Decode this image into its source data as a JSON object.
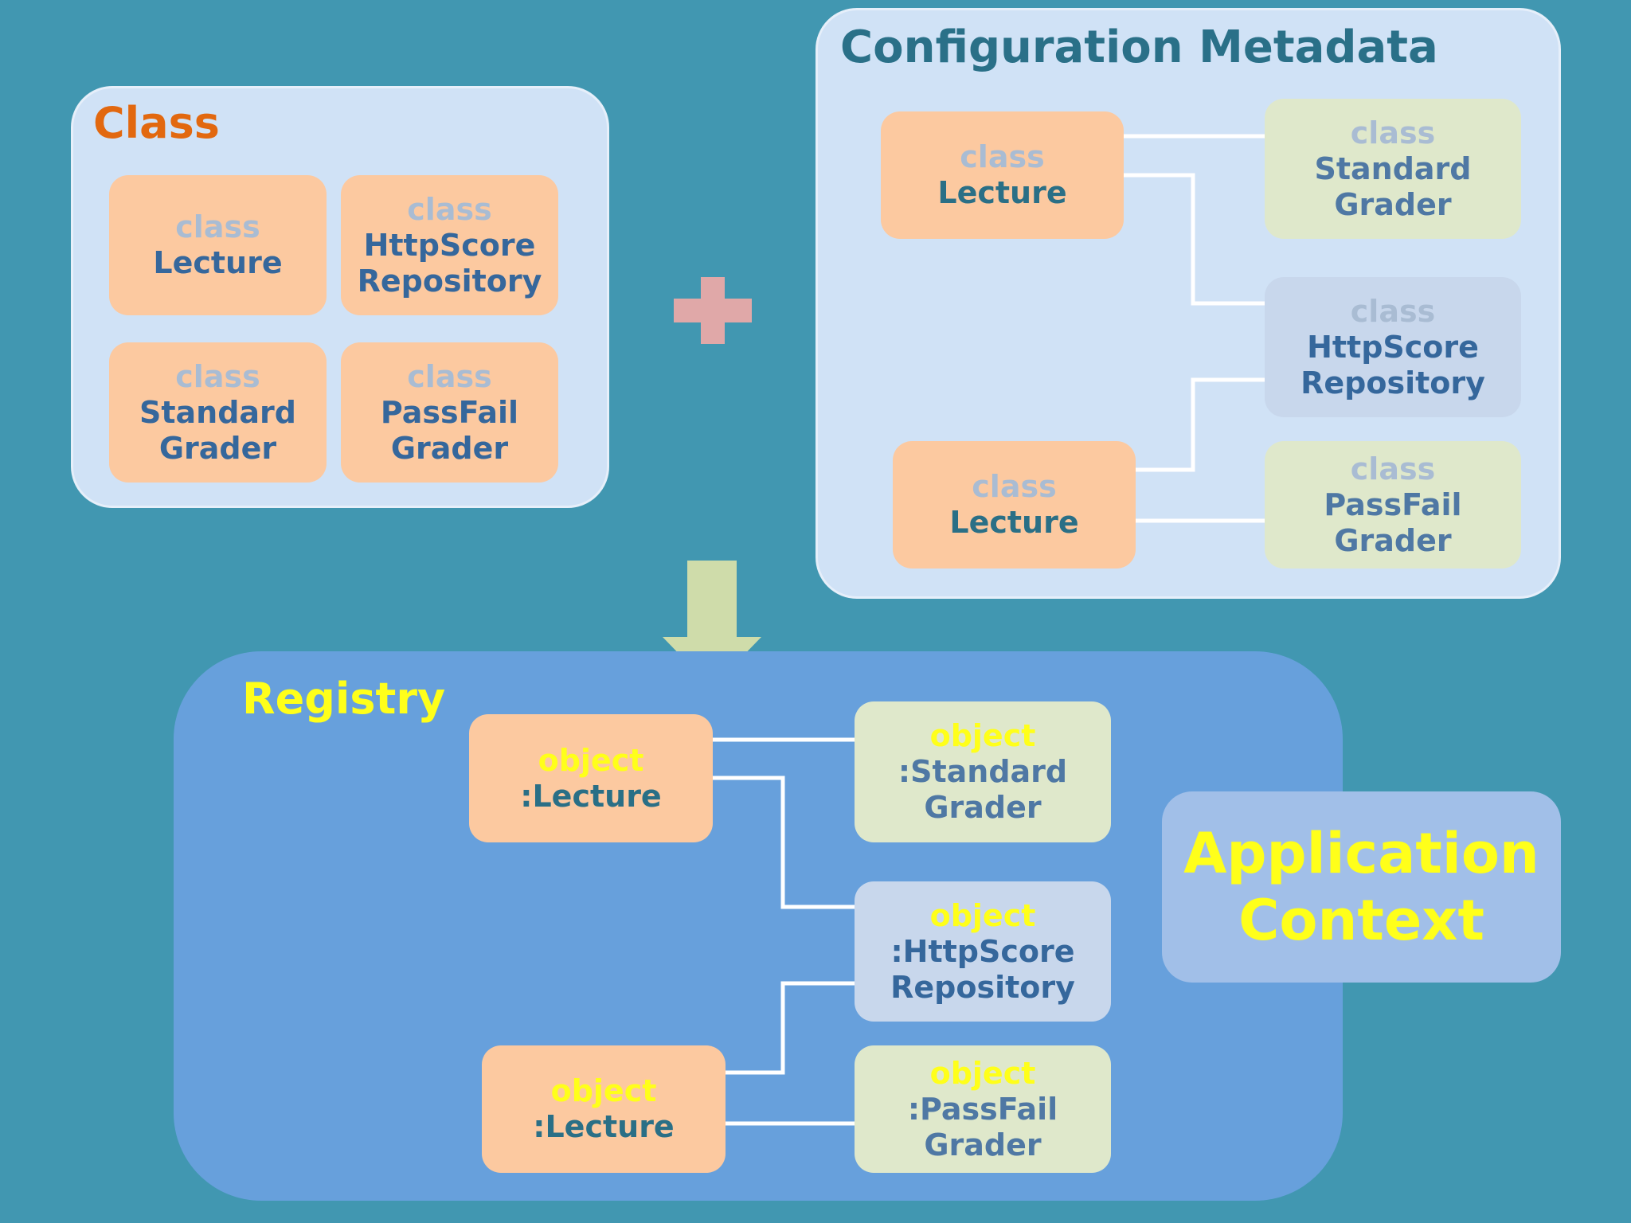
{
  "colors": {
    "background": "#4197b1",
    "panel_light": "#d0e2f6",
    "registry_panel": "#67a0dc",
    "app_context_panel": "#a1bfe8",
    "orange_box": "#fcc9a0",
    "green_box": "#dfe8cb",
    "blue_box": "#c8d7ec",
    "class_title": "#e2680f",
    "config_title": "#2a7088",
    "yellow_text": "#ffff1a",
    "plus_sign": "#e0a8a8",
    "arrow": "#cfdcaa",
    "connector": "#ffffff"
  },
  "class_panel": {
    "title": "Class",
    "boxes": [
      {
        "kw": "class",
        "name": "Lecture"
      },
      {
        "kw": "class",
        "name_line1": "HttpScore",
        "name_line2": "Repository"
      },
      {
        "kw": "class",
        "name_line1": "Standard",
        "name_line2": "Grader"
      },
      {
        "kw": "class",
        "name_line1": "PassFail",
        "name_line2": "Grader"
      }
    ]
  },
  "plus_icon": "plus-sign",
  "config_panel": {
    "title": "Configuration Metadata",
    "boxes": [
      {
        "kw": "class",
        "name": "Lecture"
      },
      {
        "kw": "class",
        "name_line1": "Standard",
        "name_line2": "Grader"
      },
      {
        "kw": "class",
        "name_line1": "HttpScore",
        "name_line2": "Repository"
      },
      {
        "kw": "class",
        "name": "Lecture"
      },
      {
        "kw": "class",
        "name_line1": "PassFail",
        "name_line2": "Grader"
      }
    ]
  },
  "arrow_icon": "down-arrow",
  "registry_panel": {
    "title": "Registry",
    "boxes": [
      {
        "kw": "object",
        "name": ":Lecture"
      },
      {
        "kw": "object",
        "name_line1": ":Standard",
        "name_line2": "Grader"
      },
      {
        "kw": "object",
        "name_line1": ":HttpScore",
        "name_line2": "Repository"
      },
      {
        "kw": "object",
        "name": ":Lecture"
      },
      {
        "kw": "object",
        "name_line1": ":PassFail",
        "name_line2": "Grader"
      }
    ]
  },
  "app_context": {
    "line1": "Application",
    "line2": "Context"
  }
}
